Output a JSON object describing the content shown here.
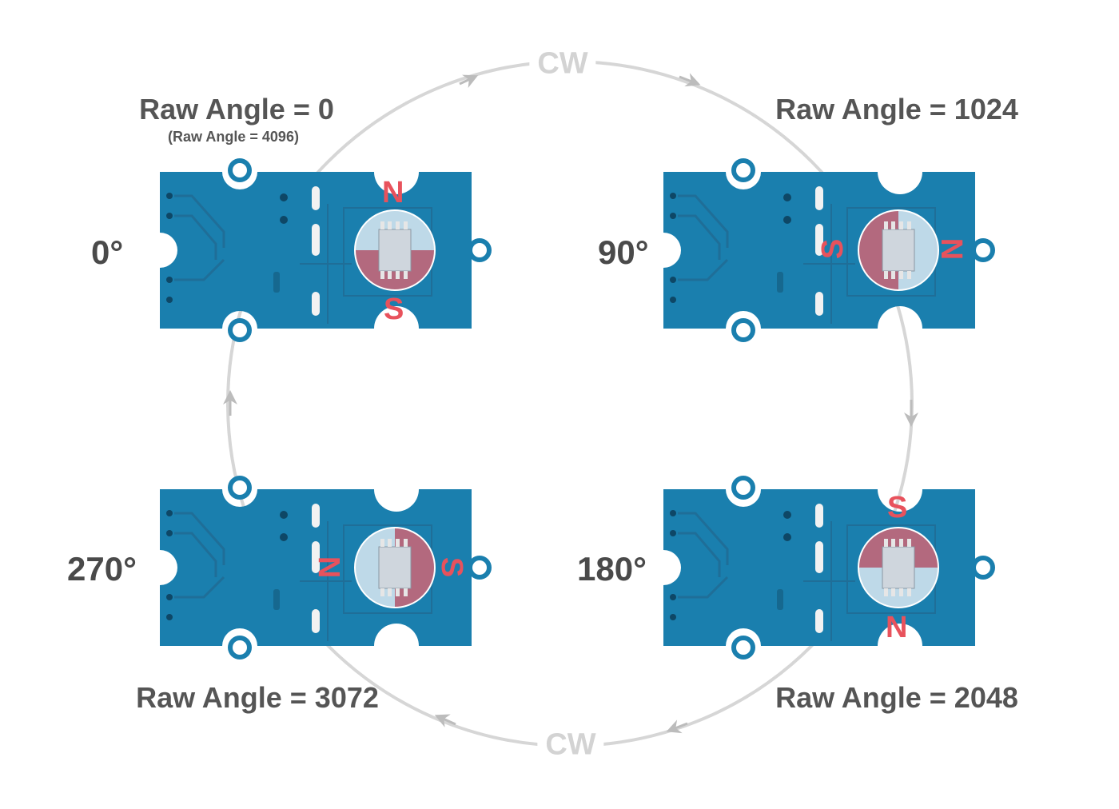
{
  "rotation_label_top": "CW",
  "rotation_label_bottom": "CW",
  "colors": {
    "board": "#1a7fae",
    "arc": "#d6d6d6",
    "north_pole": "#e8525c",
    "label_text": "#555555"
  },
  "positions": [
    {
      "degrees": "0°",
      "raw_label": "Raw Angle = 0",
      "raw_note": "(Raw Angle = 4096)",
      "north": "N",
      "south": "S"
    },
    {
      "degrees": "90°",
      "raw_label": "Raw Angle = 1024",
      "north": "N",
      "south": "S"
    },
    {
      "degrees": "180°",
      "raw_label": "Raw Angle = 2048",
      "north": "N",
      "south": "S"
    },
    {
      "degrees": "270°",
      "raw_label": "Raw Angle = 3072",
      "north": "N",
      "south": "S"
    }
  ]
}
